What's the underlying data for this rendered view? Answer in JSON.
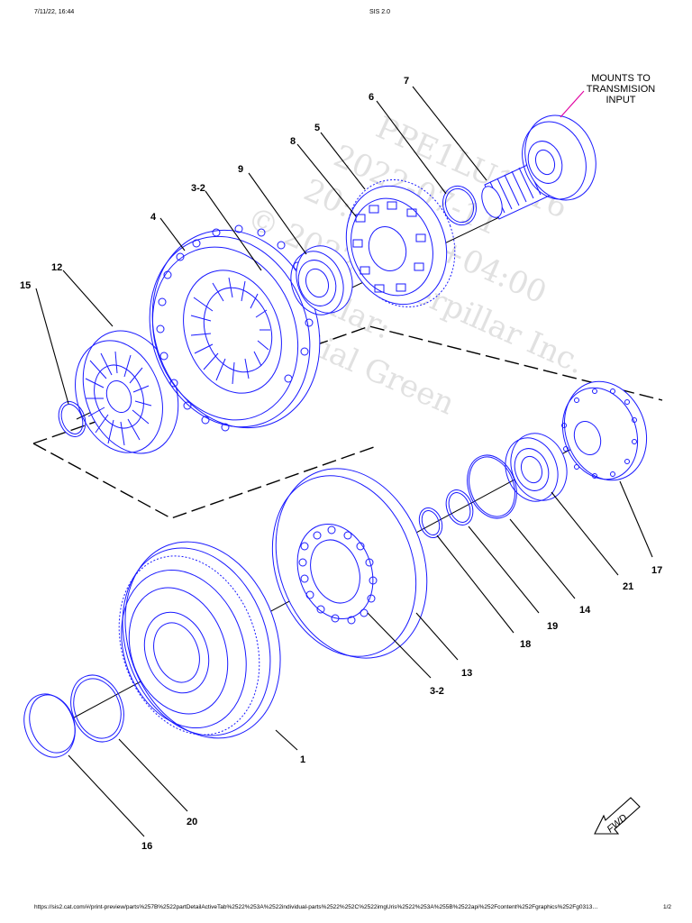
{
  "header": {
    "datetime": "7/11/22, 16:44",
    "title": "SIS 2.0"
  },
  "footer": {
    "url": "https://sis2.cat.com/#/print-preview/parts%257B%2522partDetailActiveTab%2522%253A%2522individual-parts%2522%252C%2522imgUris%2522%253A%255B%2522api%252Fcontent%252Fgraphics%252Fg0313…",
    "page": "1/2"
  },
  "annotation": {
    "line1": "MOUNTS TO",
    "line2": "TRANSMISION",
    "line3": "INPUT"
  },
  "watermark": {
    "line1": "PPE1LU1316",
    "line2": "2022-07-11",
    "line3": "20:43:57 +04:00",
    "line4": "© 2022 Caterpillar Inc.",
    "line5": "Caterpillar:",
    "line6": "Confidential Green"
  },
  "callouts": {
    "c7": "7",
    "c6": "6",
    "c5": "5",
    "c8": "8",
    "c9": "9",
    "c3_2_top": "3-2",
    "c4": "4",
    "c12": "12",
    "c15": "15",
    "c17": "17",
    "c21": "21",
    "c14": "14",
    "c19": "19",
    "c18": "18",
    "c13": "13",
    "c3_2_bot": "3-2",
    "c1": "1",
    "c20": "20",
    "c16": "16"
  },
  "fwd_label": "FWD",
  "colors": {
    "line_art": "#1a1aff",
    "leaders": "#000000",
    "annotation_leader": "#e000a0",
    "watermark": "#c9c9c9"
  }
}
